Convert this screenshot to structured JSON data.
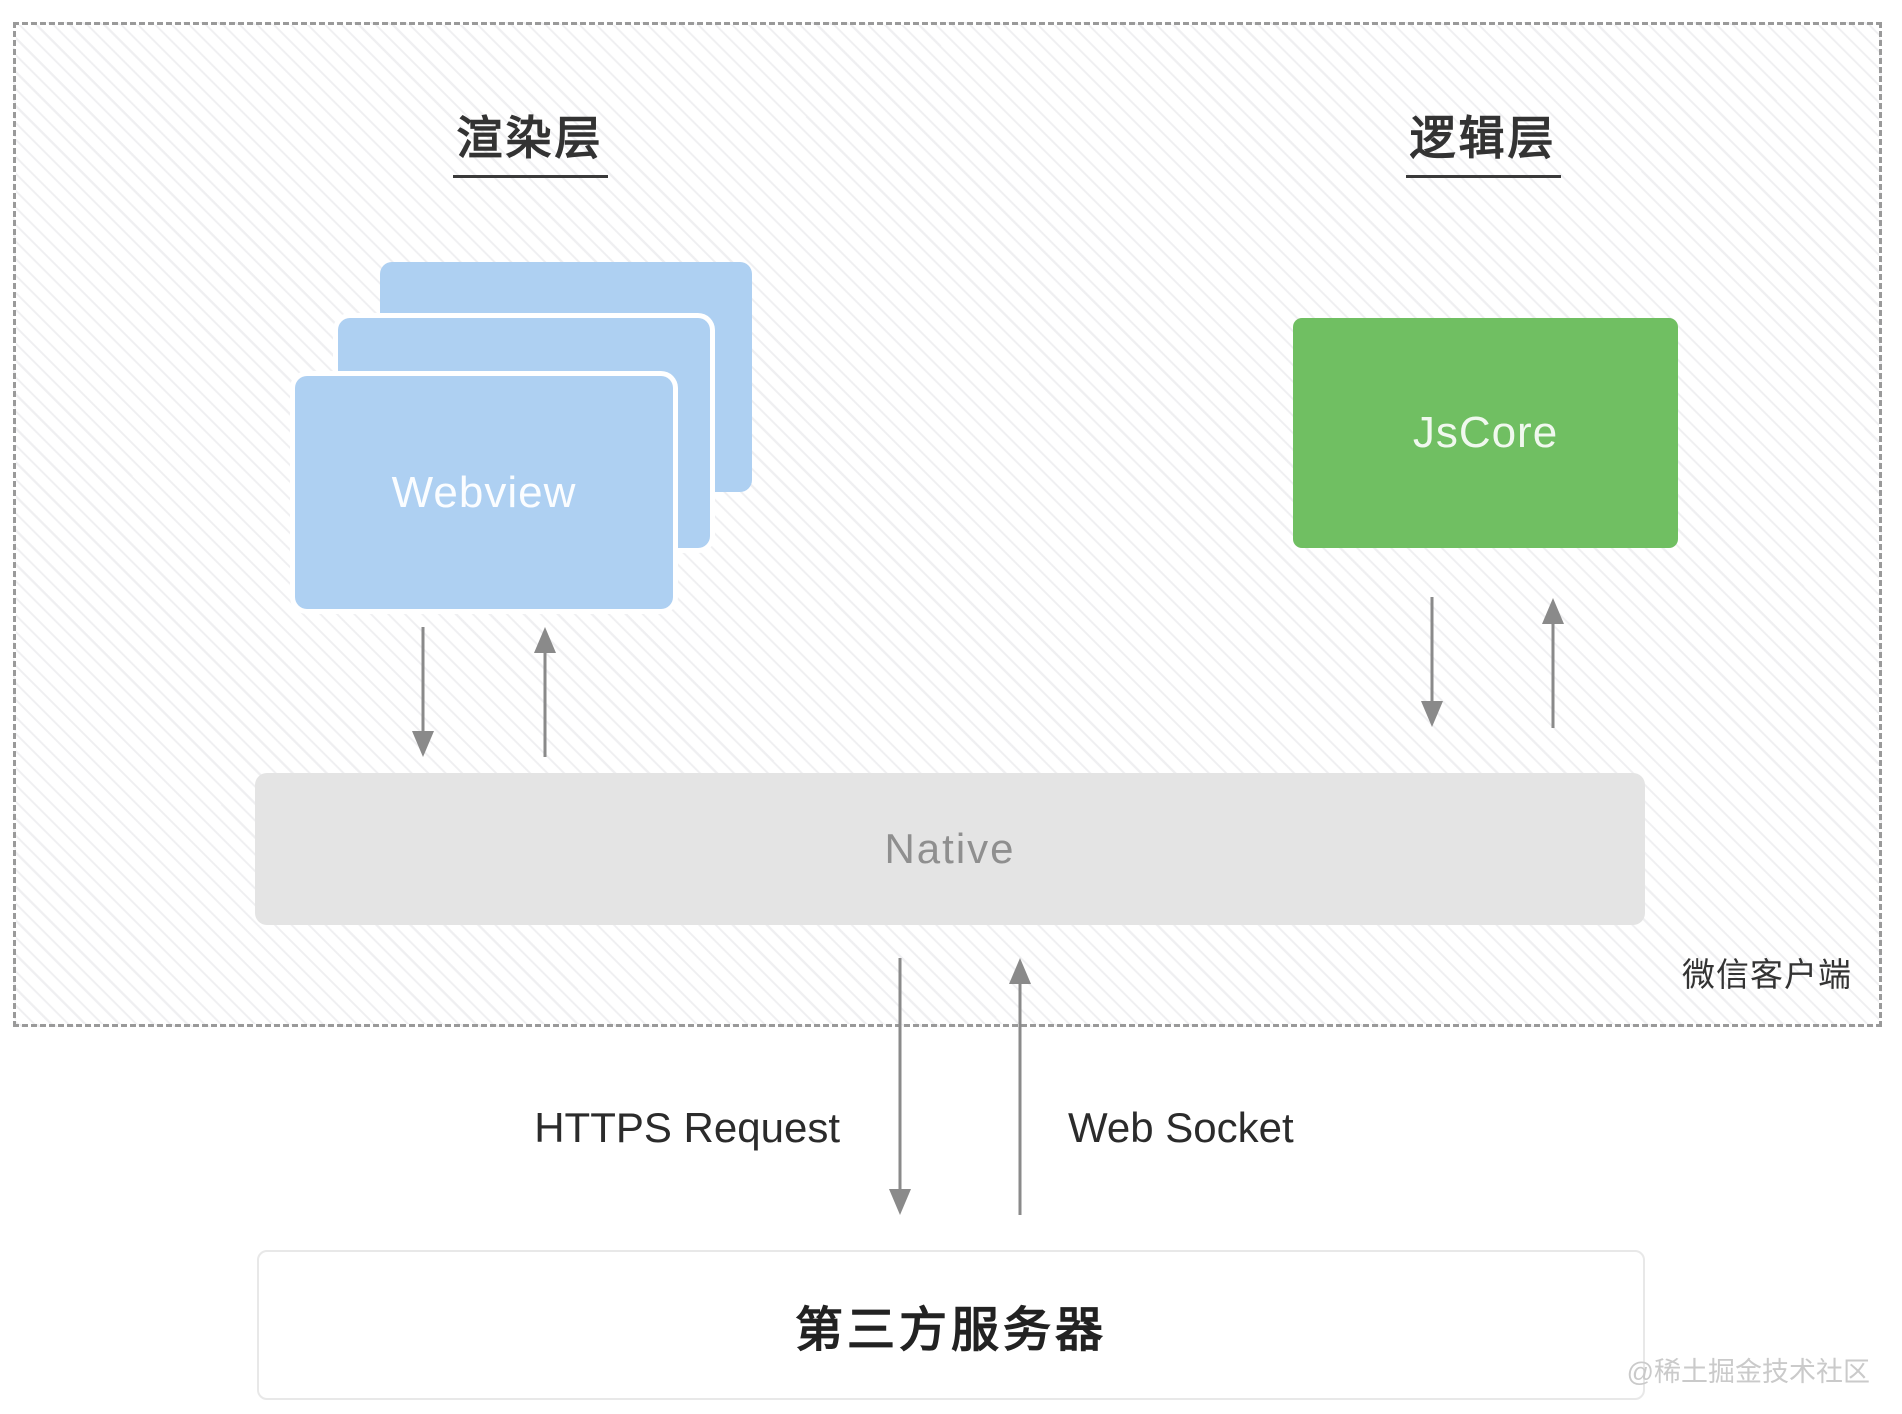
{
  "diagram": {
    "render_layer": {
      "title": "渲染层",
      "webview_label": "Webview"
    },
    "logic_layer": {
      "title": "逻辑层",
      "jscore_label": "JsCore"
    },
    "native_label": "Native",
    "client_label": "微信客户端",
    "connections": {
      "https_label": "HTTPS Request",
      "websocket_label": "Web Socket"
    },
    "server_label": "第三方服务器"
  },
  "watermark": "@稀土掘金技术社区",
  "colors": {
    "webview-blue": "#aed0f2",
    "jscore-green": "#70bf62",
    "native-gray": "#e4e4e4",
    "native-text": "#8f8f8f",
    "arrow-gray": "#8a8a8a",
    "dash-border": "#9a9a9a",
    "hatch-line": "#efeff1",
    "title-text": "#333333",
    "label-text": "#2b2b2b",
    "server-border": "#e8e8e8",
    "watermark-gray": "#cacaca"
  }
}
